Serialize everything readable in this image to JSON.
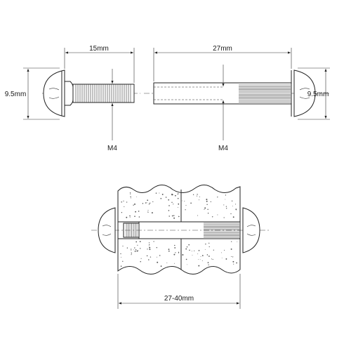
{
  "screw": {
    "length_label": "15mm",
    "head_label": "9.5mm",
    "thread_label": "M4"
  },
  "barrel_nut": {
    "length_label": "27mm",
    "head_label": "9.5mm",
    "thread_label": "M4"
  },
  "assembly": {
    "thickness_range_label": "27-40mm"
  },
  "colors": {
    "line": "#222222",
    "background": "#ffffff"
  }
}
